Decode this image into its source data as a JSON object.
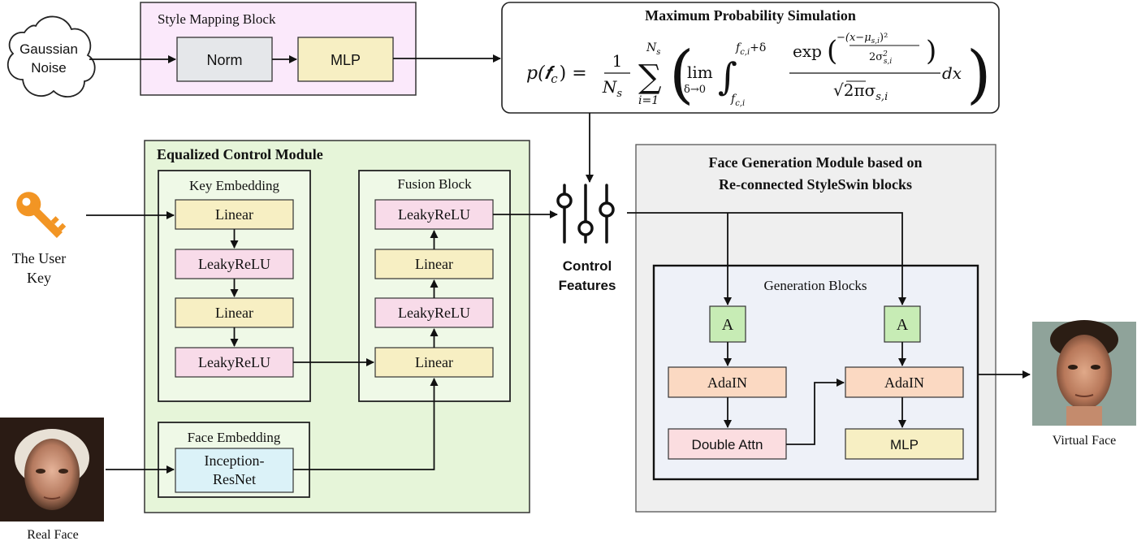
{
  "inputs": {
    "gaussian_noise_line1": "Gaussian",
    "gaussian_noise_line2": "Noise",
    "user_key_line1": "The User",
    "user_key_line2": "Key",
    "real_face": "Real Face",
    "virtual_face": "Virtual Face"
  },
  "style_mapping": {
    "title": "Style Mapping Block",
    "norm": "Norm",
    "mlp": "MLP"
  },
  "simulation": {
    "title": "Maximum Probability Simulation",
    "formula": {
      "lhs": "p(𝒇",
      "lhs_sub": "c",
      "lhs_close": ") =",
      "frac_num": "1",
      "frac_den": "N",
      "frac_den_sub": "s",
      "sum_top": "N",
      "sum_top_sub": "s",
      "sum_bottom": "i=1",
      "lim": "lim",
      "lim_sub": "δ→0",
      "int_upper": "f",
      "int_upper_sub": "c,i",
      "int_upper_rest": "+δ",
      "int_lower": "f",
      "int_lower_sub": "c,i",
      "exp": "exp",
      "gauss_num": "−(x−μ",
      "gauss_num_sub": "s,i",
      "gauss_num_rest": ")²",
      "gauss_den": "2σ",
      "gauss_den_sup": "2",
      "gauss_den_sub": "s,i",
      "den": "√2πσ",
      "den_sub": "s,i",
      "dx": "dx"
    }
  },
  "equalized": {
    "title": "Equalized Control Module",
    "key_embedding": {
      "title": "Key Embedding",
      "layers": [
        "Linear",
        "LeakyReLU",
        "Linear",
        "LeakyReLU"
      ]
    },
    "fusion_block": {
      "title": "Fusion Block",
      "layers": [
        "LeakyReLU",
        "Linear",
        "LeakyReLU",
        "Linear"
      ]
    },
    "face_embedding": {
      "title": "Face Embedding",
      "line1": "Inception-",
      "line2": "ResNet"
    }
  },
  "control_features": {
    "line1": "Control",
    "line2": "Features"
  },
  "face_generation": {
    "title_line1": "Face Generation Module based on",
    "title_line2": "Re-connected StyleSwin blocks",
    "gen_blocks": {
      "title": "Generation Blocks",
      "a_left": "A",
      "a_right": "A",
      "adain_left": "AdaIN",
      "adain_right": "AdaIN",
      "double_attn": "Double Attn",
      "mlp": "MLP"
    }
  },
  "colors": {
    "style_block_bg": "#fbe9fb",
    "module_bg": "#e6f5d9",
    "norm_bg": "#e5e7ea",
    "linear_bg": "#f7efc3",
    "leaky_bg": "#f8dbe9",
    "inception_bg": "#dbf2f8",
    "gen_module_bg": "#efefef",
    "gen_blocks_bg": "#eef1f8",
    "a_bg": "#c7ecb5",
    "adain_bg": "#fbd9c2",
    "double_attn_bg": "#fbdde0",
    "mlp_bg": "#f7efc3",
    "key_orange": "#f29524"
  }
}
